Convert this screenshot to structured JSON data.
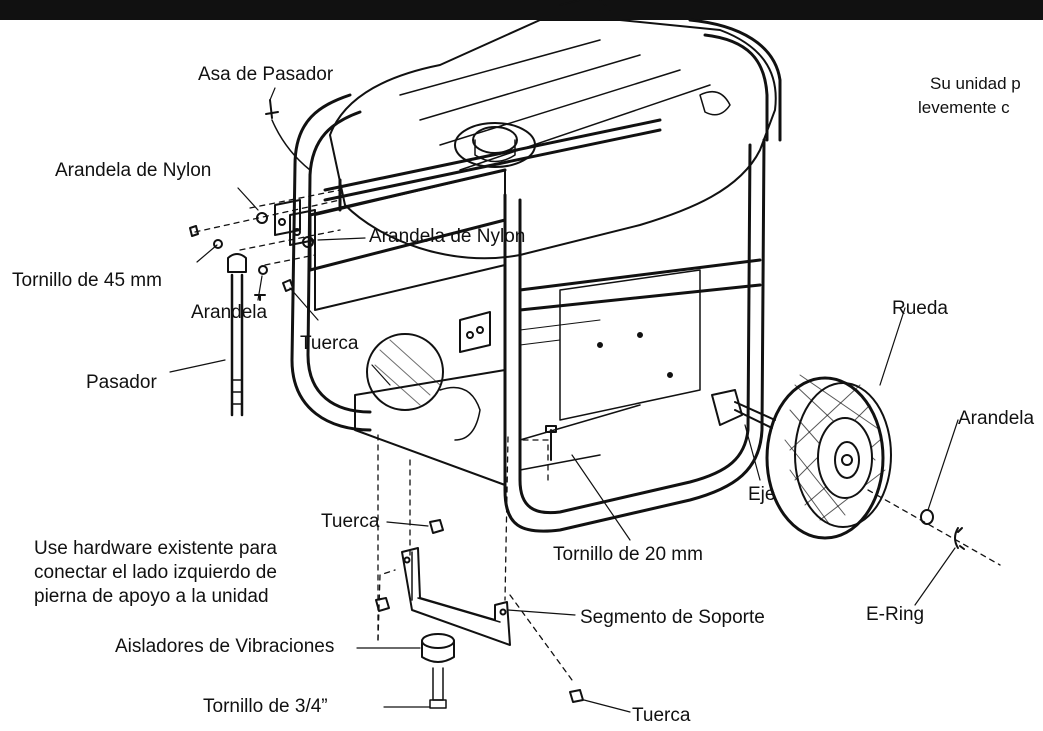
{
  "labels": {
    "asa_de_pasador": "Asa de Pasador",
    "arandela_nylon_1": "Arandela de Nylon",
    "arandela_nylon_2": "Arandela de Nylon",
    "tornillo_45": "Tornillo de 45 mm",
    "arandela_left": "Arandela",
    "tuerca_upper": "Tuerca",
    "pasador": "Pasador",
    "rueda": "Rueda",
    "arandela_right": "Arandela",
    "eje": "Eje",
    "tornillo_20": "Tornillo de 20 mm",
    "e_ring": "E-Ring",
    "tuerca_bracket": "Tuerca",
    "segmento_soporte": "Segmento de Soporte",
    "aisladores": "Aisladores de Vibraciones",
    "tornillo_34": "Tornillo de 3/4”",
    "tuerca_bottom": "Tuerca"
  },
  "hardware_note": [
    "Use hardware existente para",
    "conectar el lado izquierdo de",
    "pierna de apoyo a la unidad"
  ],
  "side_note": [
    "Su unidad p",
    "levemente c"
  ],
  "colors": {
    "ink": "#111111",
    "paper": "#ffffff",
    "shade": "#d9d9d9"
  }
}
